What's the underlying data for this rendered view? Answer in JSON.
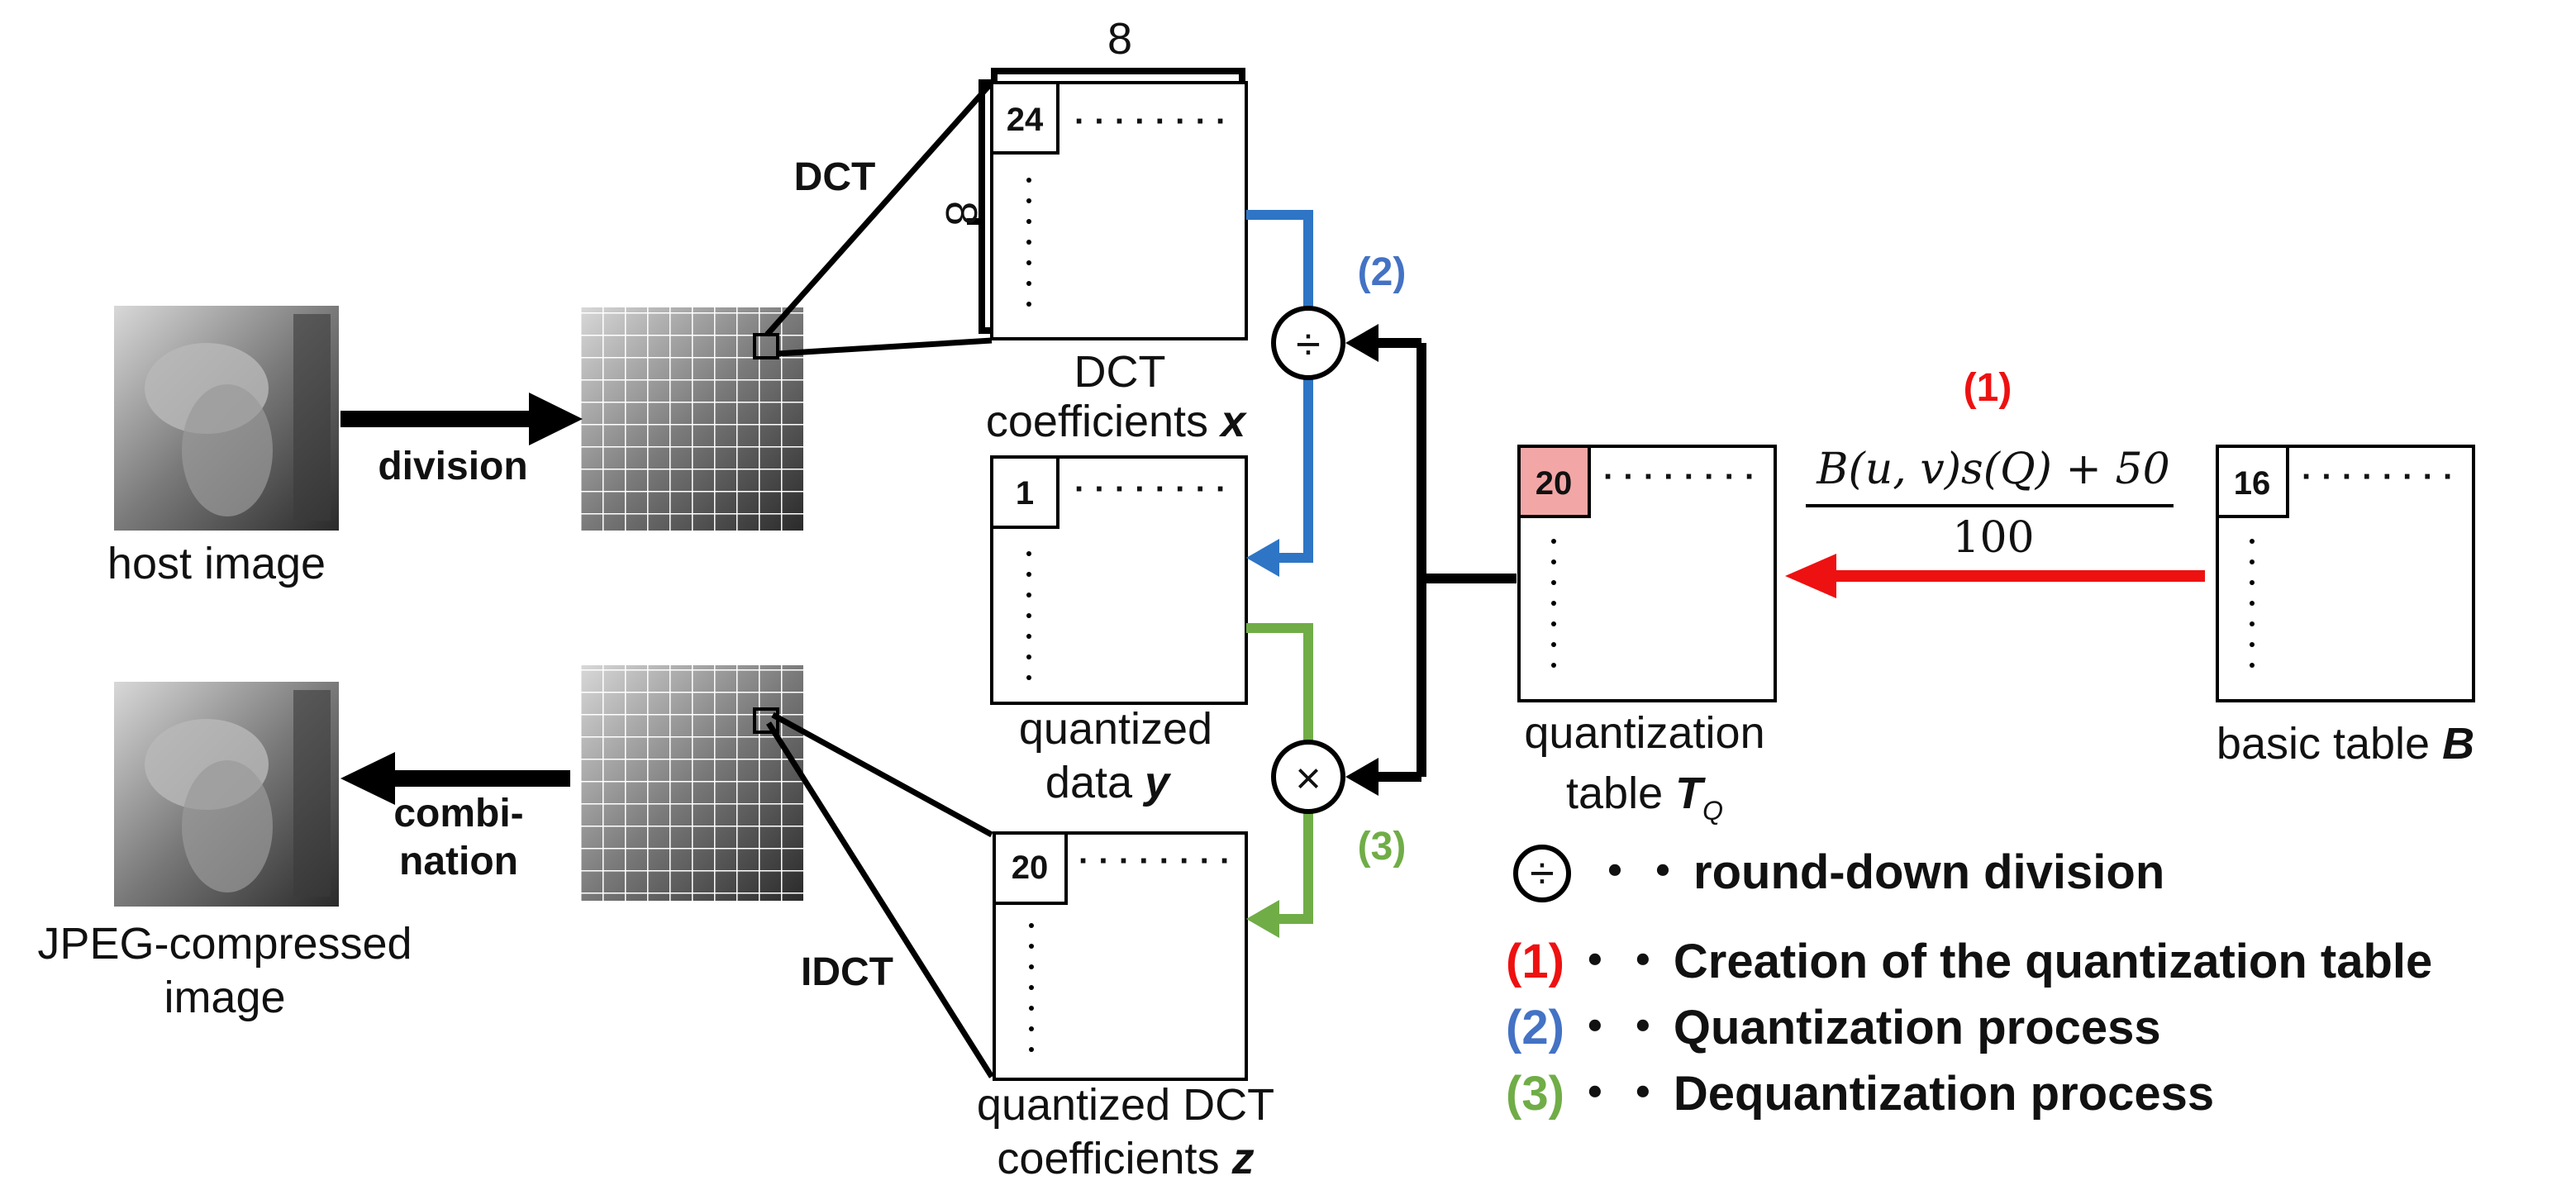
{
  "colors": {
    "red": "#ee1111",
    "blue": "#4472c4",
    "blue_line": "#2e75c6",
    "green": "#70ad47",
    "black": "#000000",
    "cell_highlight": "#f2a6a6"
  },
  "images": {
    "host": "lena-grayscale-photo",
    "blocks": "lena-divided-into-8x8-blocks"
  },
  "labels": {
    "host_image": "host image",
    "jpeg_line1": "JPEG-compressed",
    "jpeg_line2": "image",
    "division": "division",
    "combination_line1": "combi-",
    "combination_line2": "nation",
    "dct": "DCT",
    "idct": "IDCT",
    "size_top": "8",
    "size_left": "8"
  },
  "matrices": {
    "dct": {
      "first": "24",
      "line1": "DCT",
      "line2_prefix": "coefficients ",
      "var": "x"
    },
    "quantized": {
      "first": "1",
      "line1": "quantized",
      "line2_prefix": "data ",
      "var": "y"
    },
    "qdct": {
      "first": "20",
      "line1": "quantized DCT",
      "line2_prefix": "coefficients ",
      "var": "z"
    },
    "qtable": {
      "first": "20",
      "line1": "quantization",
      "line2_prefix": "table ",
      "var": "T",
      "sub": "Q"
    },
    "basic": {
      "first": "16",
      "line1_prefix": "basic table ",
      "var": "B"
    }
  },
  "operators": {
    "divide": "÷",
    "multiply": "×"
  },
  "steps": {
    "s1": "(1)",
    "s2": "(2)",
    "s3": "(3)"
  },
  "formula": {
    "numerator": "B(u, v)s(Q) + 50",
    "denominator": "100"
  },
  "legend": {
    "divide_symbol": "÷",
    "dots": "・・",
    "round_down": "round-down division",
    "l1_num": "(1)",
    "l1_text": "Creation of the quantization table",
    "l2_num": "(2)",
    "l2_text": "Quantization process",
    "l3_num": "(3)",
    "l3_text": "Dequantization process"
  }
}
